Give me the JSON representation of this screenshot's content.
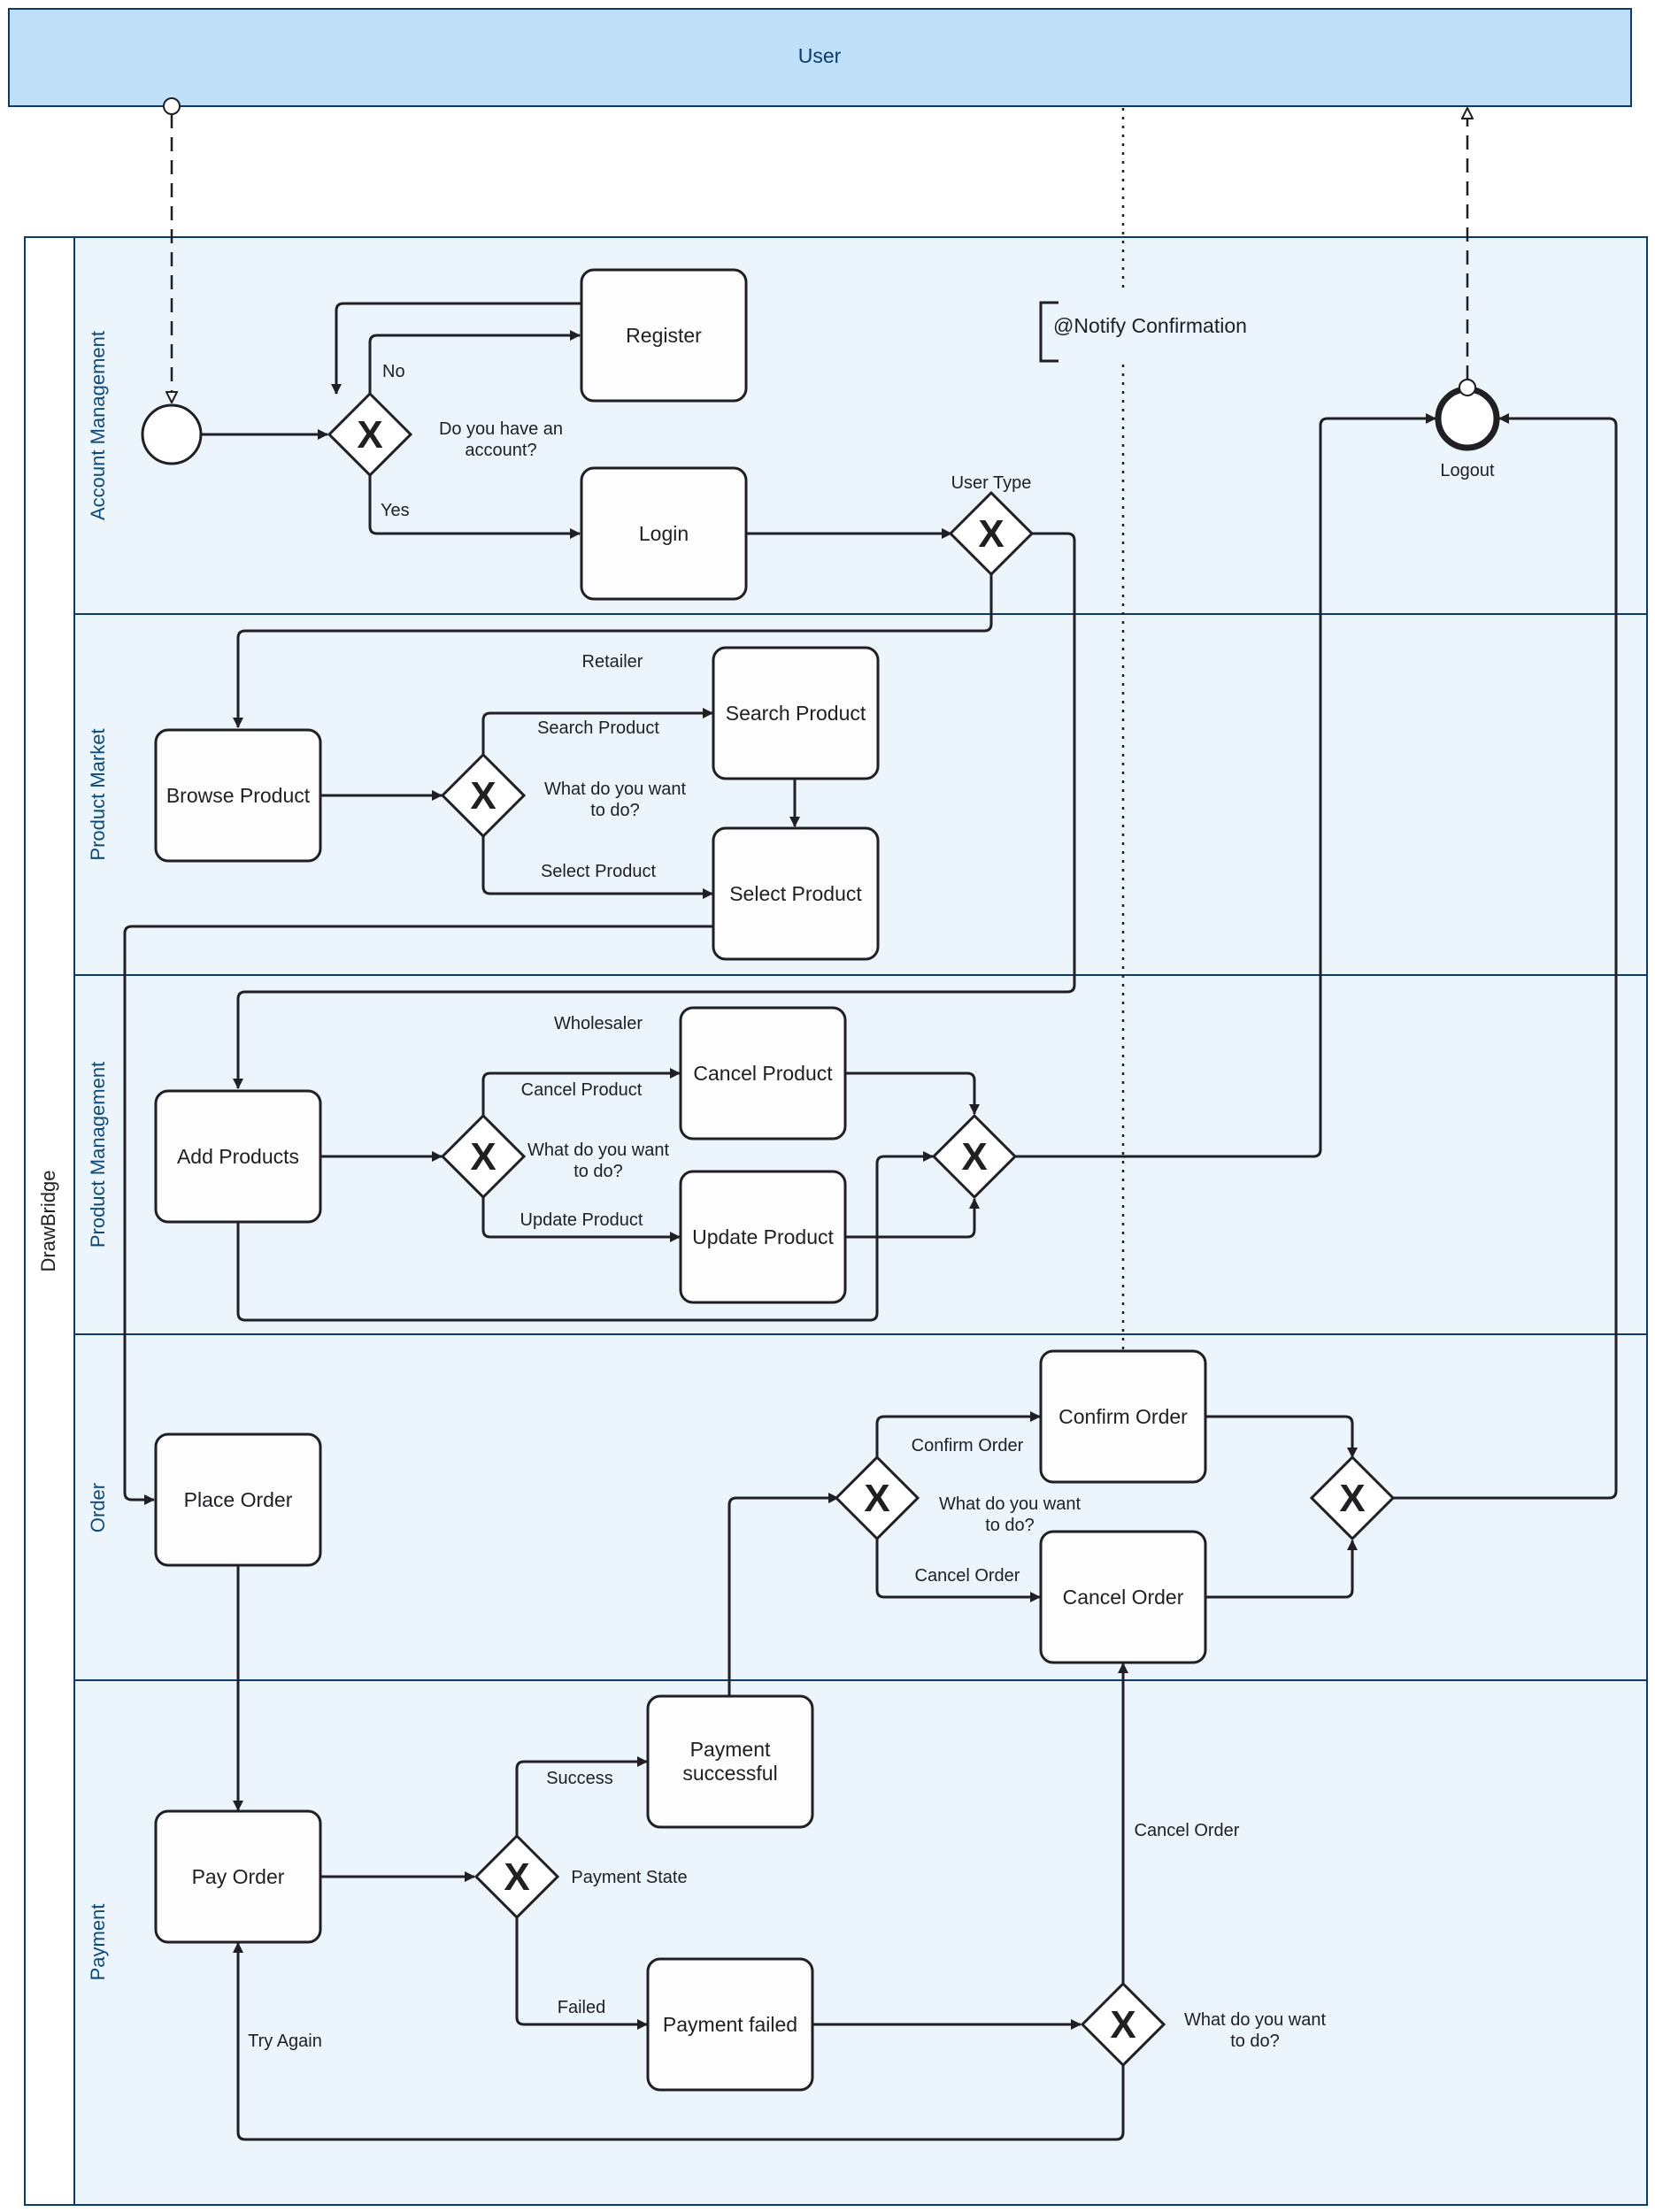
{
  "external_participant": {
    "label": "User"
  },
  "pool": {
    "label": "DrawBridge"
  },
  "lanes": [
    {
      "label": "Account Management"
    },
    {
      "label": "Product Market"
    },
    {
      "label": "Product Management"
    },
    {
      "label": "Order"
    },
    {
      "label": "Payment"
    }
  ],
  "tasks": {
    "register": "Register",
    "login": "Login",
    "browse_product": "Browse Product",
    "search_product": "Search Product",
    "select_product": "Select Product",
    "add_products": "Add Products",
    "cancel_product": "Cancel Product",
    "update_product": "Update Product",
    "place_order": "Place Order",
    "confirm_order": "Confirm Order",
    "cancel_order": "Cancel Order",
    "pay_order": "Pay Order",
    "payment_successful": [
      "Payment",
      "successful"
    ],
    "payment_failed": "Payment failed"
  },
  "gateways": {
    "account": [
      "Do you have an",
      "account?"
    ],
    "user_type": "User Type",
    "market": [
      "What do you want",
      "to do?"
    ],
    "management": [
      "What do you want",
      "to do?"
    ],
    "order": [
      "What do you want",
      "to do?"
    ],
    "payment_state": "Payment State",
    "payment_failed": [
      "What do you want",
      "to do?"
    ]
  },
  "edge_labels": {
    "no": "No",
    "yes": "Yes",
    "retailer": "Retailer",
    "search_product": "Search Product",
    "select_product": "Select Product",
    "wholesaler": "Wholesaler",
    "cancel_product": "Cancel Product",
    "update_product": "Update Product",
    "confirm_order": "Confirm Order",
    "cancel_order": "Cancel Order",
    "success": "Success",
    "failed": "Failed",
    "try_again": "Try Again",
    "cancel_order_payment": "Cancel Order"
  },
  "events": {
    "end": "Logout"
  },
  "annotation": "@Notify Confirmation",
  "gateway_marker": "X",
  "colors": {
    "user_fill": "#bfe0f8",
    "lane_fill": "#ecf4fc",
    "border": "#0b3b66",
    "line": "#1f1f24",
    "task_fill": "#fdfdfd"
  }
}
